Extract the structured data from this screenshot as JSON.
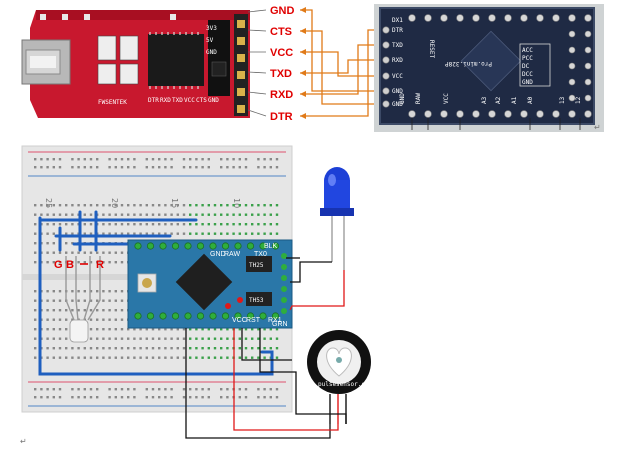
{
  "ftdi": {
    "pins": [
      "GND",
      "CTS",
      "VCC",
      "TXD",
      "RXD",
      "DTR"
    ],
    "silk_labels": [
      "DTR",
      "RXD",
      "TXD",
      "VCC",
      "CTS",
      "GND"
    ],
    "silk_side": [
      "3V3",
      "5V",
      "GND"
    ],
    "bottom_text": "FWSENTEK"
  },
  "promini": {
    "left_pins": [
      "DTR",
      "TXD",
      "RXD",
      "VCC",
      "GND",
      "GND"
    ],
    "top_label": "DX1",
    "chip_text": "Pro.mini.328P",
    "reset_label": "RESET",
    "bottom_pins": [
      "GND",
      "RAW",
      "VCC",
      "A3",
      "A2",
      "A1",
      "A0",
      "13",
      "12"
    ],
    "right_labels": [
      "ACC",
      "PCC",
      "DC",
      "DCC",
      "GND"
    ]
  },
  "breadboard": {
    "col_marks": [
      "25",
      "20",
      "15",
      "10"
    ],
    "rgb_label_g": "G",
    "rgb_label_b": "B",
    "rgb_label_r": "R",
    "board_labels": [
      "BLK",
      "GND",
      "RAW",
      "VCC",
      "RST",
      "TX0",
      "RX1",
      "GRN"
    ],
    "chip1": "TH25",
    "chip2": "TH53"
  },
  "sensor": {
    "label": "pulsesensor.com"
  },
  "colors": {
    "ftdi_board": "#c8182e",
    "promini_board": "#1f2a44",
    "arduino_board": "#2a77a8",
    "wire_orange": "#e07a18",
    "wire_red": "#e01818",
    "wire_black": "#111111",
    "wire_blue": "#1f5fbf",
    "label_red": "#e00000"
  },
  "icons": [
    "usb-mini-connector-icon",
    "blue-led-icon",
    "rgb-led-icon",
    "heart-icon",
    "pushbutton-icon"
  ]
}
